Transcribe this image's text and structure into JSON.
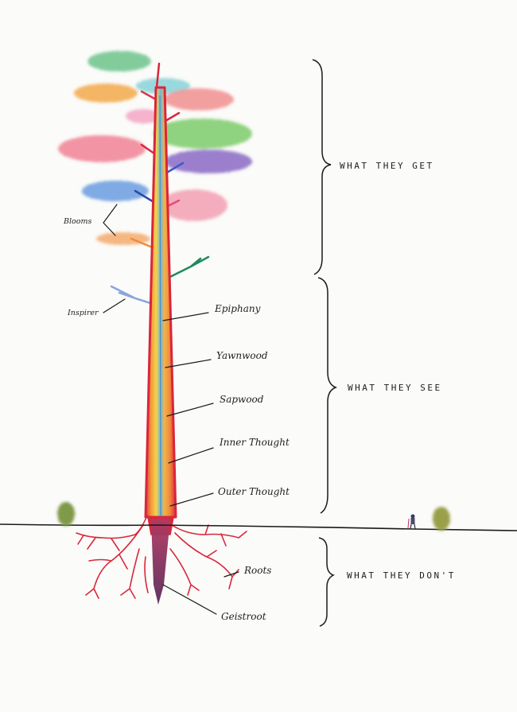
{
  "labels": {
    "blooms": "Blooms",
    "inspirer": "Inspirer",
    "epiphany": "Epiphany",
    "yawnwood": "Yawnwood",
    "sapwood": "Sapwood",
    "inner_thought": "Inner Thought",
    "outer_thought": "Outer Thought",
    "roots": "Roots",
    "geistroot": "Geistroot"
  },
  "sections": {
    "get": "WHAT THEY GET",
    "see": "WHAT THEY SEE",
    "dont": "WHAT THEY DON'T"
  },
  "colors": {
    "trunk_outline": "#d9263a",
    "roots": "#d8283c",
    "geistroot": "#7a2a5a",
    "ground": "#1a1a1a",
    "bush": "#7f9a4a"
  }
}
